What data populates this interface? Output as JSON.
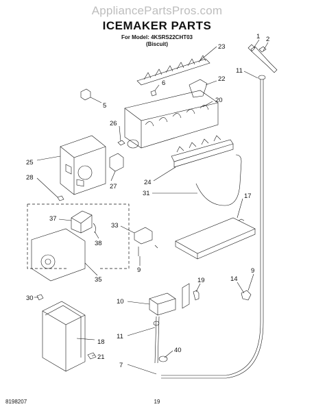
{
  "watermark": "AppliancePartsPros.com",
  "header": {
    "title": "ICEMAKER PARTS",
    "model_line": "For Model: 4KSRS22CHT03",
    "color_line": "(Biscuit)"
  },
  "callouts": [
    {
      "id": "c1",
      "label": "1"
    },
    {
      "id": "c2",
      "label": "2"
    },
    {
      "id": "c23",
      "label": "23"
    },
    {
      "id": "c11a",
      "label": "11"
    },
    {
      "id": "c6",
      "label": "6"
    },
    {
      "id": "c22",
      "label": "22"
    },
    {
      "id": "c5",
      "label": "5"
    },
    {
      "id": "c20",
      "label": "20"
    },
    {
      "id": "c26",
      "label": "26"
    },
    {
      "id": "c25",
      "label": "25"
    },
    {
      "id": "c28",
      "label": "28"
    },
    {
      "id": "c27",
      "label": "27"
    },
    {
      "id": "c24",
      "label": "24"
    },
    {
      "id": "c31",
      "label": "31"
    },
    {
      "id": "c17",
      "label": "17"
    },
    {
      "id": "c37",
      "label": "37"
    },
    {
      "id": "c33",
      "label": "33"
    },
    {
      "id": "c38",
      "label": "38"
    },
    {
      "id": "c9a",
      "label": "9"
    },
    {
      "id": "c35",
      "label": "35"
    },
    {
      "id": "c30",
      "label": "30"
    },
    {
      "id": "c19",
      "label": "19"
    },
    {
      "id": "c14",
      "label": "14"
    },
    {
      "id": "c9b",
      "label": "9"
    },
    {
      "id": "c10",
      "label": "10"
    },
    {
      "id": "c11b",
      "label": "11"
    },
    {
      "id": "c18",
      "label": "18"
    },
    {
      "id": "c40",
      "label": "40"
    },
    {
      "id": "c21",
      "label": "21"
    },
    {
      "id": "c7",
      "label": "7"
    }
  ],
  "footer": {
    "doc_number": "8198207",
    "page_number": "19"
  }
}
